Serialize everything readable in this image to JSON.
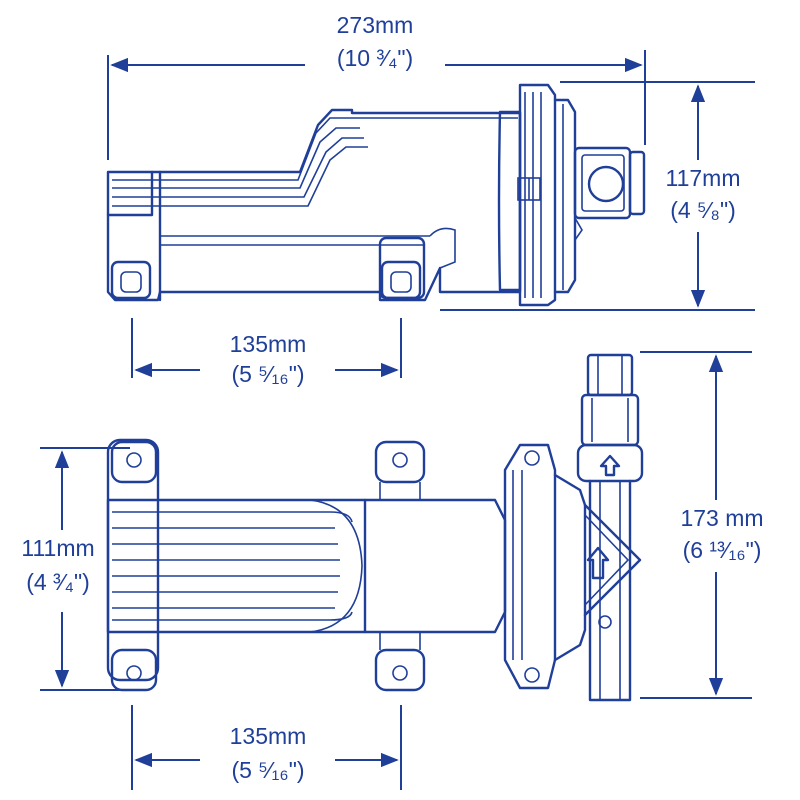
{
  "colors": {
    "line": "#1f3f99",
    "background": "#ffffff"
  },
  "dimensions": {
    "overall_length": {
      "metric": "273mm",
      "imperial": "(10 ³⁄₄\")"
    },
    "height": {
      "metric": "117mm",
      "imperial": "(4 ⁵⁄₈\")"
    },
    "side_mount_spacing": {
      "metric": "135mm",
      "imperial": "(5 ⁵⁄₁₆\")"
    },
    "width": {
      "metric": "111mm",
      "imperial": "(4 ³⁄₄\")"
    },
    "port_span": {
      "metric": "173 mm",
      "imperial": "(6 ¹³⁄₁₆\")"
    },
    "top_mount_spacing": {
      "metric": "135mm",
      "imperial": "(5 ⁵⁄₁₆\")"
    }
  },
  "icons": [
    "flow-arrow-icon",
    "flow-arrow-icon"
  ]
}
